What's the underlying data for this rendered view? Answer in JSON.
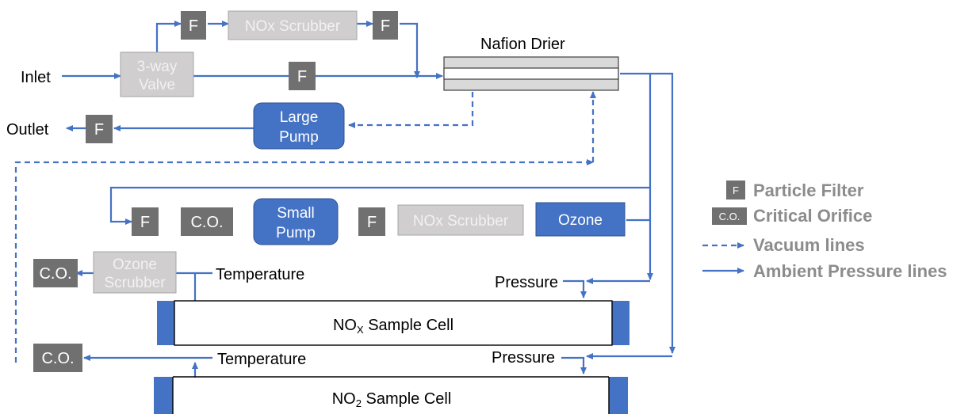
{
  "colors": {
    "line": "#4472c4",
    "blue_box": "#4472c4",
    "filter_box": "#707070",
    "grey_box": "#d0cece",
    "legend_text": "#8c8c8c"
  },
  "labels": {
    "inlet": "Inlet",
    "outlet": "Outlet",
    "nafion_drier": "Nafion Drier",
    "temperature_top": "Temperature",
    "temperature_bottom": "Temperature",
    "pressure_top": "Pressure",
    "pressure_bottom": "Pressure"
  },
  "boxes": {
    "filter": "F",
    "nox_scrubber_top": "NOx Scrubber",
    "nox_scrubber_mid": "NOx Scrubber",
    "three_way_valve": [
      "3-way",
      "Valve"
    ],
    "large_pump": [
      "Large",
      "Pump"
    ],
    "small_pump": [
      "Small",
      "Pump"
    ],
    "critical_orifice": "C.O.",
    "ozone": "Ozone",
    "ozone_scrubber": [
      "Ozone",
      "Scrubber"
    ]
  },
  "cells": {
    "nox_main": "NO",
    "nox_sub": "X",
    "nox_rest": " Sample Cell",
    "no2_main": "NO",
    "no2_sub": "2",
    "no2_rest": " Sample Cell"
  },
  "legend": {
    "filter_icon": "F",
    "filter_label": "Particle Filter",
    "co_icon": "C.O.",
    "co_label": "Critical Orifice",
    "vacuum_label": "Vacuum lines",
    "ambient_label": "Ambient Pressure lines"
  }
}
